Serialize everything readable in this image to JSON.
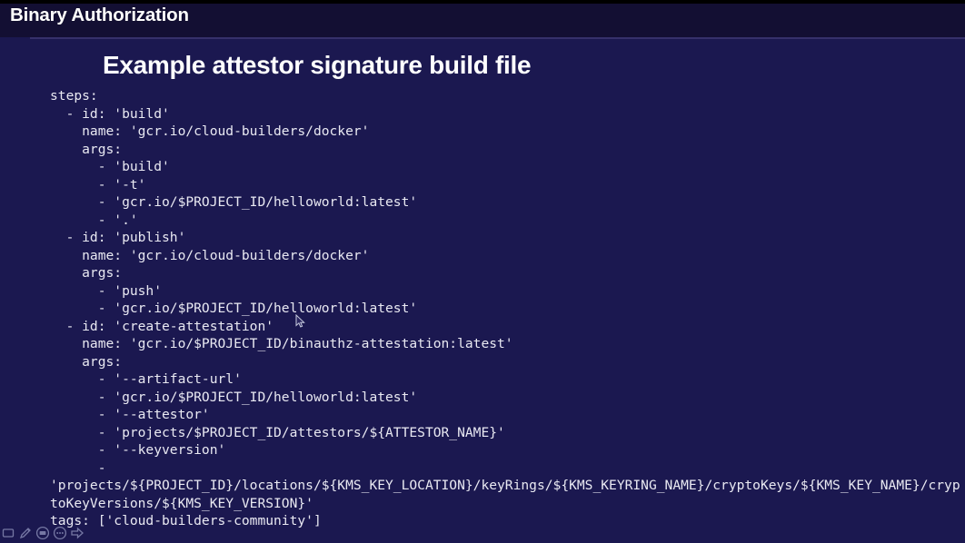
{
  "header": {
    "title": "Binary Authorization"
  },
  "slide": {
    "title": "Example attestor signature build file",
    "background_color": "#1b1850",
    "header_color": "#130f33",
    "text_color": "#e9e9f2"
  },
  "code": {
    "language": "yaml",
    "lines": [
      "steps:",
      "  - id: 'build'",
      "    name: 'gcr.io/cloud-builders/docker'",
      "    args:",
      "      - 'build'",
      "      - '-t'",
      "      - 'gcr.io/$PROJECT_ID/helloworld:latest'",
      "      - '.'",
      "  - id: 'publish'",
      "    name: 'gcr.io/cloud-builders/docker'",
      "    args:",
      "      - 'push'",
      "      - 'gcr.io/$PROJECT_ID/helloworld:latest'",
      "  - id: 'create-attestation'",
      "    name: 'gcr.io/$PROJECT_ID/binauthz-attestation:latest'",
      "    args:",
      "      - '--artifact-url'",
      "      - 'gcr.io/$PROJECT_ID/helloworld:latest'",
      "      - '--attestor'",
      "      - 'projects/$PROJECT_ID/attestors/${ATTESTOR_NAME}'",
      "      - '--keyversion'",
      "      - "
    ],
    "wrapped_line": "'projects/${PROJECT_ID}/locations/${KMS_KEY_LOCATION}/keyRings/${KMS_KEYRING_NAME}/cryptoKeys/${KMS_KEY_NAME}/cryptoKeyVersions/${KMS_KEY_VERSION}'",
    "tags_line": "tags: ['cloud-builders-community']"
  },
  "toolbar": {
    "buttons": [
      {
        "name": "pointer-icon",
        "label": "Pointer"
      },
      {
        "name": "pen-icon",
        "label": "Pen"
      },
      {
        "name": "screen-icon",
        "label": "Screen"
      },
      {
        "name": "more-options-icon",
        "label": "More options"
      },
      {
        "name": "next-slide-arrow-icon",
        "label": "Next slide"
      }
    ]
  }
}
